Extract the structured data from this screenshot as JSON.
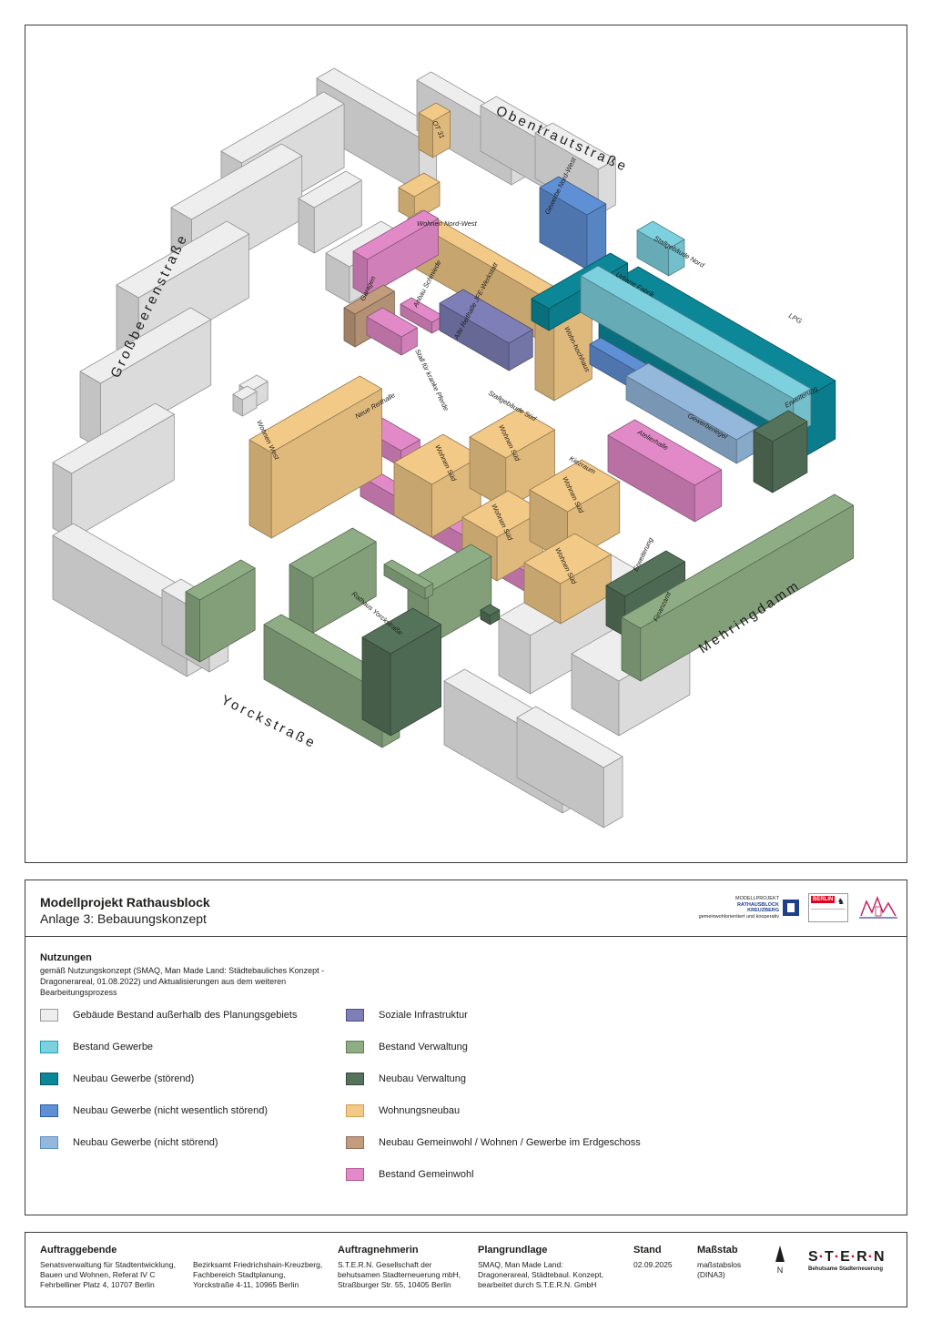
{
  "streets": {
    "north": "Obentrautstraße",
    "west": "Großbeerenstraße",
    "south": "Yorckstraße",
    "east": "Mehringdamm"
  },
  "colors": {
    "bestand_ausserhalb": "#eeeeee",
    "bestand_gewerbe": "#7dd0de",
    "neubau_gewerbe_stoerend": "#0b8797",
    "neubau_gewerbe_nicht_wesentlich": "#5f8fd4",
    "neubau_gewerbe_nicht_stoerend": "#93b8dc",
    "soziale_infrastruktur": "#7e7fb6",
    "bestand_verwaltung": "#8ead85",
    "neubau_verwaltung": "#55725a",
    "wohnungsneubau": "#f2c987",
    "neubau_gemeinwohl": "#c29c7d",
    "bestand_gemeinwohl": "#e28ac8"
  },
  "buildings": {
    "ot31": "OT 31",
    "gewerbe_nordwest": "Gewerbe Nord-West",
    "wohnen_nordwest": "Wohnen Nord-West",
    "garagen": "Garagen",
    "anbau_schmiede": "Anbau Schmiede",
    "alte_reithalle": "Alte Reithalle JFE-Werkstatt",
    "stall_pferde": "Stall für kranke Pferde",
    "stallgebaeude_nord": "Stallgebäude Nord",
    "urbane_fabrik": "Urbane Fabrik",
    "lpg": "LPG",
    "wohnhochhaus": "Wohn-hochhaus",
    "neue_reithalle": "Neue Reithalle",
    "stallgebaeude_sued": "Stallgebäude Süd",
    "wohnen_west": "Wohnen West",
    "gewerberiegel": "Gewerberiegel",
    "erweiterung_1": "Erweiterung",
    "atelierhalle": "Atelierhalle",
    "kiezraum": "Kiezraum",
    "wohnen_sued": "Wohnen Süd",
    "erweiterung_2": "Erweiterung",
    "finanzamt": "Finanzamt",
    "rathaus": "Rathaus Yorckstraße"
  },
  "header": {
    "title": "Modellprojekt Rathausblock",
    "subtitle": "Anlage 3: Bebauungskonzept"
  },
  "logos": {
    "mp_line1": "MODELLPROJEKT",
    "mp_line2": "RATHAUSBLOCK",
    "mp_line3": "KREUZBERG",
    "mp_line4": "gemeinwohlorientiert und kooperativ",
    "berlin": "BERLIN"
  },
  "legend": {
    "heading": "Nutzungen",
    "description": "gemäß Nutzungskonzept (SMAQ, Man Made Land: Städtebauliches Konzept - Dragonerareal, 01.08.2022) und Aktualisierungen aus dem weiteren Bearbeitungsprozess",
    "items": [
      {
        "label": "Gebäude Bestand außerhalb des Planungsgebiets",
        "fill": "#eeeeee",
        "stroke": "#9a9a9a"
      },
      {
        "label": "Bestand Gewerbe",
        "fill": "#7dd0de",
        "stroke": "#1aa3b8"
      },
      {
        "label": "Neubau Gewerbe (störend)",
        "fill": "#0b8797",
        "stroke": "#055b66"
      },
      {
        "label": "Neubau Gewerbe (nicht wesentlich störend)",
        "fill": "#5f8fd4",
        "stroke": "#2f5fa8"
      },
      {
        "label": "Neubau Gewerbe (nicht störend)",
        "fill": "#93b8dc",
        "stroke": "#5f8fc0"
      },
      {
        "label": "Soziale Infrastruktur",
        "fill": "#7e7fb6",
        "stroke": "#4d4e8c"
      },
      {
        "label": "Bestand Verwaltung",
        "fill": "#8ead85",
        "stroke": "#5d7e56"
      },
      {
        "label": "Neubau Verwaltung",
        "fill": "#55725a",
        "stroke": "#354a39"
      },
      {
        "label": "Wohnungsneubau",
        "fill": "#f2c987",
        "stroke": "#d19f4f"
      },
      {
        "label": "Neubau Gemeinwohl / Wohnen / Gewerbe im Erdgeschoss",
        "fill": "#c29c7d",
        "stroke": "#93705a"
      },
      {
        "label": "Bestand Gemeinwohl",
        "fill": "#e28ac8",
        "stroke": "#b4549a"
      }
    ]
  },
  "footer": {
    "auftraggebende_head": "Auftraggebende",
    "senat_1": "Senatsverwaltung für Stadtentwicklung,",
    "senat_2": "Bauen und Wohnen, Referat IV C",
    "senat_3": "Fehrbelliner Platz 4, 10707 Berlin",
    "bezirk_1": "Bezirksamt Friedrichshain-Kreuzberg,",
    "bezirk_2": "Fachbereich Stadtplanung,",
    "bezirk_3": "Yorckstraße 4-11, 10965 Berlin",
    "auftragnehmerin_head": "Auftragnehmerin",
    "stern_1": "S.T.E.R.N. Gesellschaft der",
    "stern_2": "behutsamen Stadterneuerung mbH,",
    "stern_3": "Straßburger Str. 55, 10405 Berlin",
    "plangrundlage_head": "Plangrundlage",
    "plan_1": "SMAQ, Man Made Land:",
    "plan_2": "Dragonerareal, Städtebaul. Konzept,",
    "plan_3": "bearbeitet durch S.T.E.R.N. GmbH",
    "stand_head": "Stand",
    "stand_value": "02.09.2025",
    "massstab_head": "Maßstab",
    "massstab_1": "maßstabslos",
    "massstab_2": "(DINA3)",
    "north": "N",
    "stern_logo_s": "S",
    "stern_logo_t": "T",
    "stern_logo_e": "E",
    "stern_logo_r": "R",
    "stern_logo_n": "N",
    "stern_tagline": "Behutsame Stadterneuerung"
  }
}
